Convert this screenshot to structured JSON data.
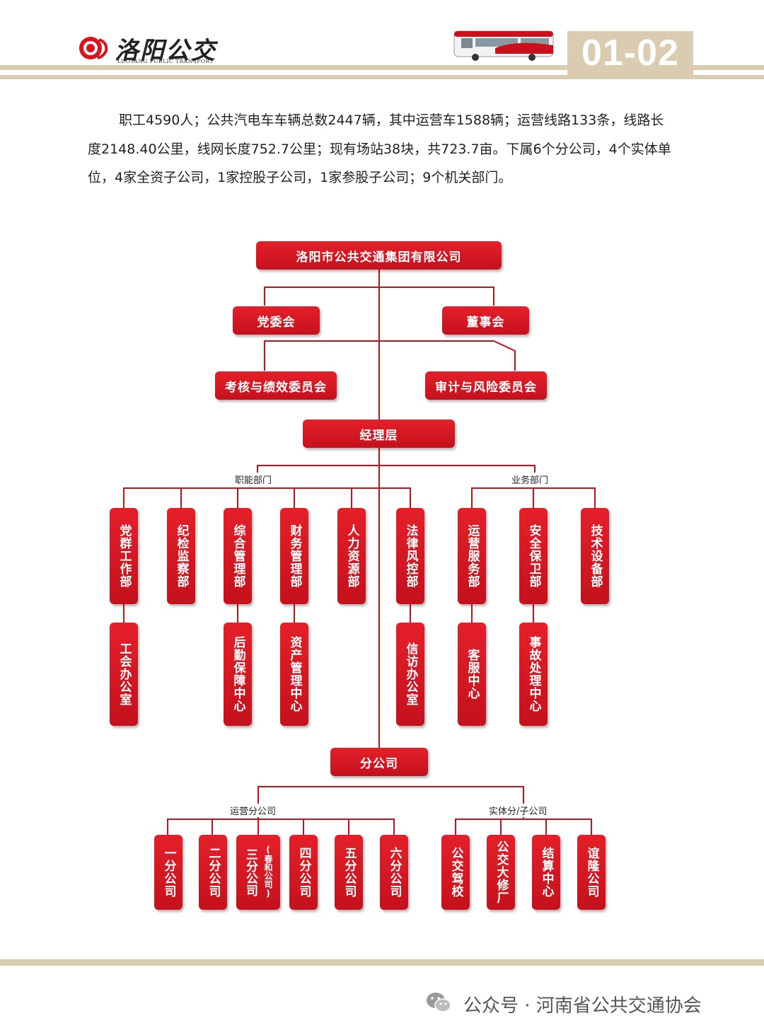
{
  "header": {
    "logo_cn": "洛阳公交",
    "logo_en": "LUOYANG PUBLIC TRANSPORT",
    "page_number": "01-02",
    "accent_color": "#d9ccb0"
  },
  "intro": {
    "text": "职工4590人；公共汽电车车辆总数2447辆，其中运营车1588辆；运营线路133条，线路长度2148.40公里，线网长度752.7公里；现有场站38块，共723.7亩。下属6个分公司，4个实体单位，4家全资子公司，1家控股子公司，1家参股子公司；9个机关部门。"
  },
  "org": {
    "root": "洛阳市公共交通集团有限公司",
    "party": "党委会",
    "board": "董事会",
    "appraisal_committee": "考核与绩效委员会",
    "audit_committee": "审计与风险委员会",
    "management": "经理层",
    "functional_label": "职能部门",
    "business_label": "业务部门",
    "departments": [
      "党群工作部",
      "纪检监察部",
      "综合管理部",
      "财务管理部",
      "人力资源部",
      "法律风控部",
      "运营服务部",
      "安全保卫部",
      "技术设备部"
    ],
    "sub_units": [
      "工会办公室",
      "后勤保障中心",
      "资产管理中心",
      "信访办公室",
      "客服中心",
      "事故处理中心"
    ],
    "branches": "分公司",
    "operating_label": "运营分公司",
    "entity_label": "实体分/子公司",
    "operating_branches": [
      "一分公司",
      "二分公司",
      "三分公司",
      "四分公司",
      "五分公司",
      "六分公司"
    ],
    "branch3_note": "(春和公司)",
    "entities": [
      "公交驾校",
      "公交大修厂",
      "结算中心",
      "谊隆公司"
    ],
    "box_color": "#d8141f",
    "line_color": "#c8101a"
  },
  "footer": {
    "watermark": "公众号 · 河南省公共交通协会"
  }
}
